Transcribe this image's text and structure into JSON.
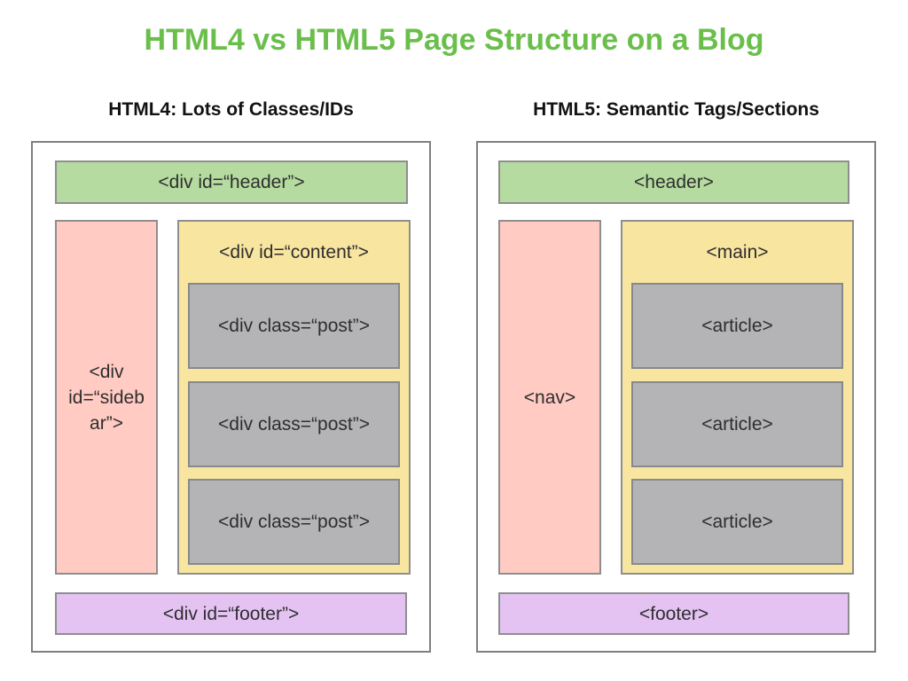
{
  "title": "HTML4 vs HTML5 Page Structure on a Blog",
  "colors": {
    "title_green": "#6abf4b",
    "header_fill": "#b5dba0",
    "sidebar_fill": "#ffcbc2",
    "content_fill": "#f8e5a0",
    "post_fill": "#b4b4b6",
    "footer_fill": "#e4c3f3",
    "box_border": "#8e8e8e",
    "panel_border": "#7f7f7f"
  },
  "panels": [
    {
      "heading": "HTML4: Lots of Classes/IDs",
      "header_label": "<div id=“header”>",
      "side_label": "<div\nid=“sideb\nar”>",
      "content_label": "<div id=“content”>",
      "post_labels": [
        "<div class=“post”>",
        "<div class=“post”>",
        "<div class=“post”>"
      ],
      "footer_label": "<div id=“footer”>"
    },
    {
      "heading": "HTML5: Semantic Tags/Sections",
      "header_label": "<header>",
      "side_label": "<nav>",
      "content_label": "<main>",
      "post_labels": [
        "<article>",
        "<article>",
        "<article>"
      ],
      "footer_label": "<footer>"
    }
  ]
}
